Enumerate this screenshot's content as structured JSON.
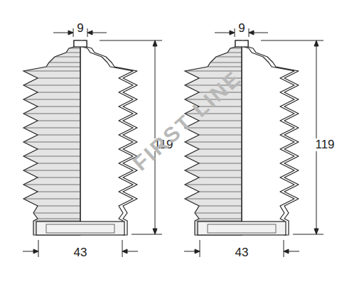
{
  "diagram": {
    "labels": [
      "9",
      "119",
      "43",
      "9",
      "119",
      "43",
      "FIRST LINE"
    ]
  }
}
